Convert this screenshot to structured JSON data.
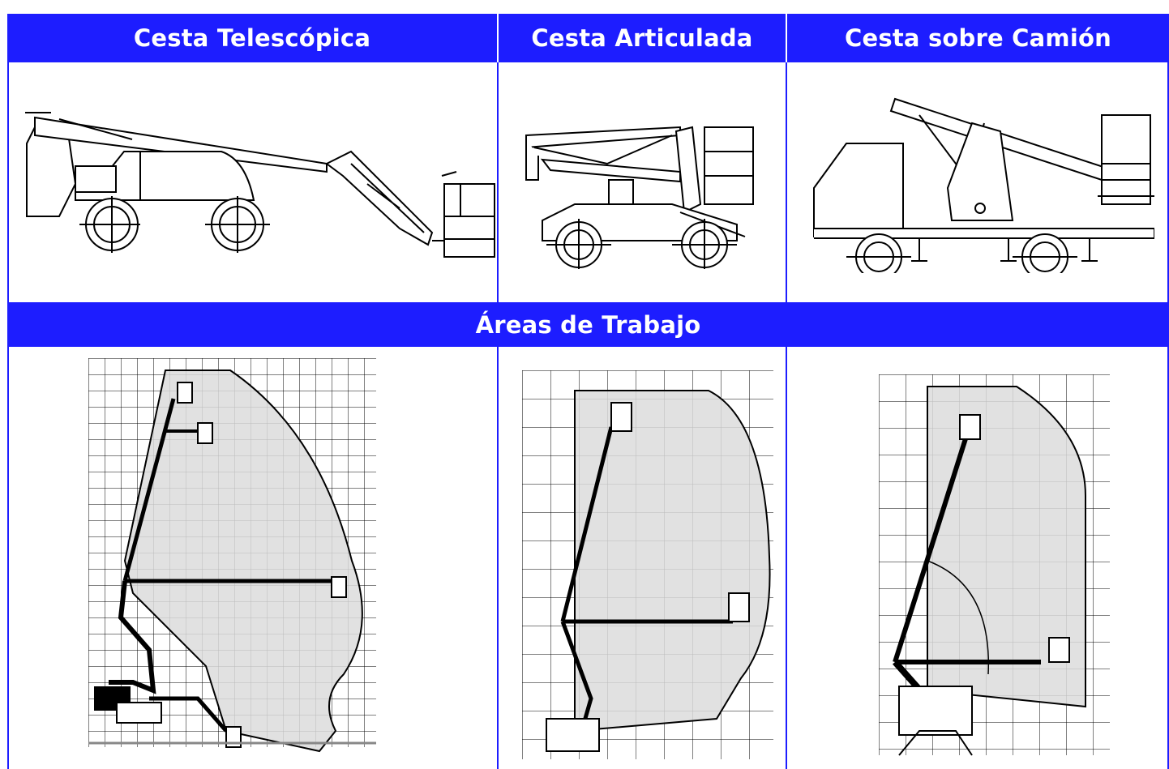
{
  "headers": {
    "col1": "Cesta Telescópica",
    "col2": "Cesta Articulada",
    "col3": "Cesta sobre Camión"
  },
  "section_title": "Áreas de Trabajo",
  "colors": {
    "header_bg": "#1d1dff",
    "header_text": "#ffffff",
    "border": "#1d1dff",
    "work_area_fill": "#dcdcdc",
    "line_art": "#000000"
  },
  "icons": {
    "telescopic": "telescopic-boom-lift-icon",
    "articulated": "articulated-boom-lift-icon",
    "truck": "truck-mounted-lift-icon"
  }
}
